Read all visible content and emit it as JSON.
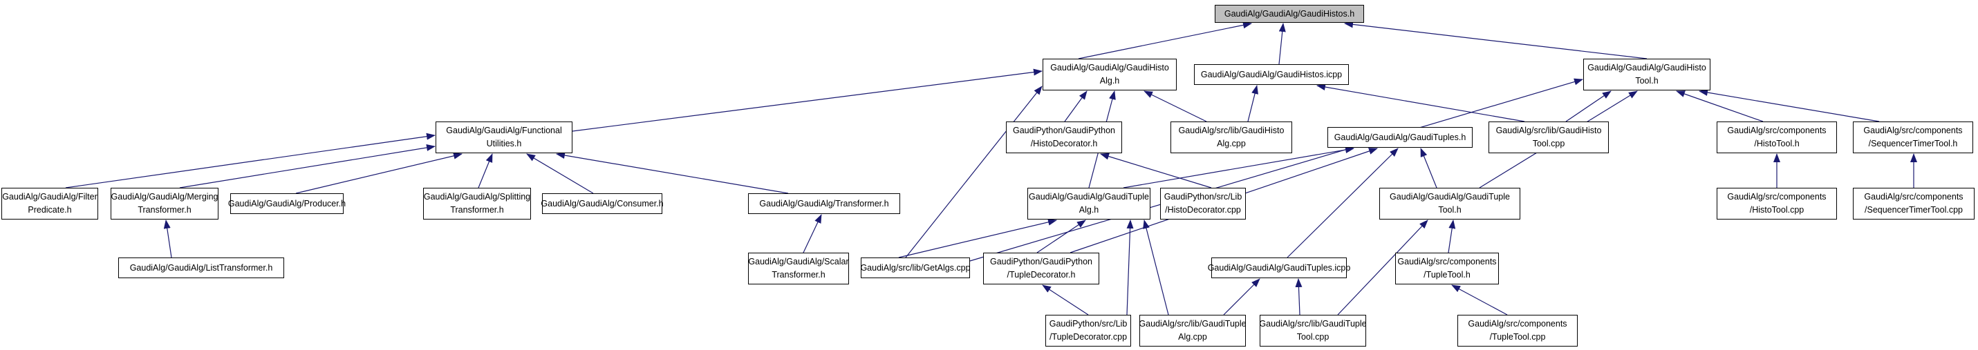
{
  "diagram": {
    "type": "include-dependency-graph",
    "root": "GaudiAlg/GaudiAlg/GaudiHistos.h",
    "colors": {
      "edge": "#191970",
      "node_border": "#000000",
      "node_fill": "#ffffff",
      "highlight_fill": "#bfbfbf"
    }
  },
  "nodes": [
    {
      "lines": [
        "GaudiAlg/GaudiAlg/GaudiHistos.h"
      ],
      "highlight": true
    },
    {
      "lines": [
        "GaudiAlg/GaudiAlg/GaudiHisto",
        "Alg.h"
      ]
    },
    {
      "lines": [
        "GaudiAlg/GaudiAlg/GaudiHistos.icpp"
      ]
    },
    {
      "lines": [
        "GaudiAlg/GaudiAlg/GaudiHisto",
        "Tool.h"
      ]
    },
    {
      "lines": [
        "GaudiAlg/GaudiAlg/Functional",
        "Utilities.h"
      ]
    },
    {
      "lines": [
        "GaudiPython/GaudiPython",
        "/HistoDecorator.h"
      ]
    },
    {
      "lines": [
        "GaudiAlg/src/lib/GaudiHisto",
        "Alg.cpp"
      ]
    },
    {
      "lines": [
        "GaudiAlg/GaudiAlg/GaudiTuples.h"
      ]
    },
    {
      "lines": [
        "GaudiAlg/src/lib/GaudiHisto",
        "Tool.cpp"
      ]
    },
    {
      "lines": [
        "GaudiAlg/src/components",
        "/HistoTool.h"
      ]
    },
    {
      "lines": [
        "GaudiAlg/src/components",
        "/SequencerTimerTool.h"
      ]
    },
    {
      "lines": [
        "GaudiAlg/GaudiAlg/Filter",
        "Predicate.h"
      ]
    },
    {
      "lines": [
        "GaudiAlg/GaudiAlg/Merging",
        "Transformer.h"
      ]
    },
    {
      "lines": [
        "GaudiAlg/GaudiAlg/Producer.h"
      ]
    },
    {
      "lines": [
        "GaudiAlg/GaudiAlg/Splitting",
        "Transformer.h"
      ]
    },
    {
      "lines": [
        "GaudiAlg/GaudiAlg/Consumer.h"
      ]
    },
    {
      "lines": [
        "GaudiAlg/GaudiAlg/Transformer.h"
      ]
    },
    {
      "lines": [
        "GaudiAlg/GaudiAlg/GaudiTuple",
        "Alg.h"
      ]
    },
    {
      "lines": [
        "GaudiPython/src/Lib",
        "/HistoDecorator.cpp"
      ]
    },
    {
      "lines": [
        "GaudiAlg/GaudiAlg/GaudiTuple",
        "Tool.h"
      ]
    },
    {
      "lines": [
        "GaudiAlg/src/components",
        "/HistoTool.cpp"
      ]
    },
    {
      "lines": [
        "GaudiAlg/src/components",
        "/SequencerTimerTool.cpp"
      ]
    },
    {
      "lines": [
        "GaudiAlg/GaudiAlg/ListTransformer.h"
      ]
    },
    {
      "lines": [
        "GaudiAlg/GaudiAlg/Scalar",
        "Transformer.h"
      ]
    },
    {
      "lines": [
        "GaudiAlg/src/lib/GetAlgs.cpp"
      ]
    },
    {
      "lines": [
        "GaudiPython/GaudiPython",
        "/TupleDecorator.h"
      ]
    },
    {
      "lines": [
        "GaudiAlg/GaudiAlg/GaudiTuples.icpp"
      ]
    },
    {
      "lines": [
        "GaudiAlg/src/components",
        "/TupleTool.h"
      ]
    },
    {
      "lines": [
        "GaudiPython/src/Lib",
        "/TupleDecorator.cpp"
      ]
    },
    {
      "lines": [
        "GaudiAlg/src/lib/GaudiTuple",
        "Alg.cpp"
      ]
    },
    {
      "lines": [
        "GaudiAlg/src/lib/GaudiTuple",
        "Tool.cpp"
      ]
    },
    {
      "lines": [
        "GaudiAlg/src/components",
        "/TupleTool.cpp"
      ]
    }
  ]
}
